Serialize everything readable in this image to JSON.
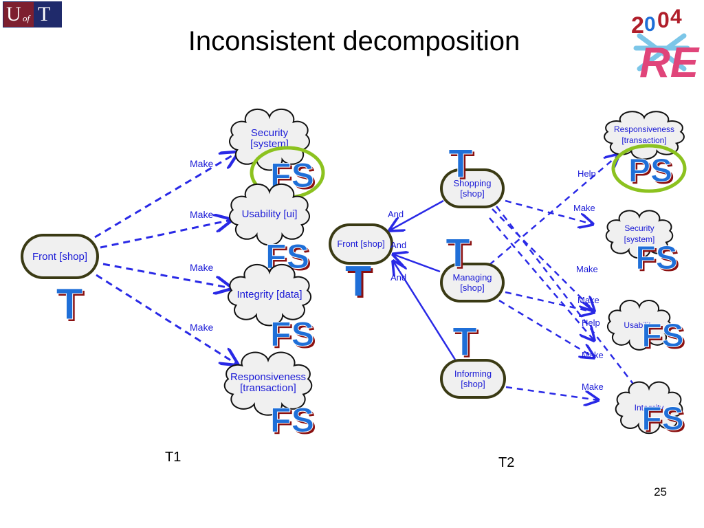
{
  "slide": {
    "title": "Inconsistent decomposition",
    "page_number": "25",
    "logos": {
      "left": "UofT",
      "right": "2004 RE"
    }
  },
  "t1": {
    "caption": "T1",
    "root": "Front [shop]",
    "root_label": "T",
    "softgoals": [
      {
        "line1": "Security",
        "line2": "[system]",
        "link": "Make",
        "label": "FS",
        "highlighted": true
      },
      {
        "line1": "Usability [ui]",
        "line2": "",
        "link": "Make",
        "label": "FS",
        "highlighted": false
      },
      {
        "line1": "Integrity [data]",
        "line2": "",
        "link": "Make",
        "label": "FS",
        "highlighted": false
      },
      {
        "line1": "Responsiveness",
        "line2": "[transaction]",
        "link": "Make",
        "label": "FS",
        "highlighted": false
      }
    ]
  },
  "t2": {
    "caption": "T2",
    "root": "Front [shop]",
    "root_label": "T",
    "tasks": [
      {
        "line1": "Shopping",
        "line2": "[shop]",
        "decomp": "And",
        "label": "T"
      },
      {
        "line1": "Managing",
        "line2": "[shop]",
        "decomp": "And",
        "label": "T"
      },
      {
        "line1": "Informing",
        "line2": "[shop]",
        "decomp": "And",
        "label": "T"
      }
    ],
    "softgoals": [
      {
        "line1": "Responsiveness",
        "line2": "[transaction]",
        "label": "PS",
        "highlighted": true
      },
      {
        "line1": "Security",
        "line2": "[system]",
        "label": "FS",
        "highlighted": false
      },
      {
        "line1": "Usability",
        "line2": "",
        "label": "FS",
        "highlighted": false
      },
      {
        "line1": "Integrity",
        "line2": "",
        "label": "FS",
        "highlighted": false
      }
    ],
    "contributions": [
      {
        "from": "Managing",
        "to": "Responsiveness",
        "label": "Help"
      },
      {
        "from": "Shopping",
        "to": "Security",
        "label": "Make"
      },
      {
        "from": "Shopping",
        "to": "Usability",
        "label": "Make"
      },
      {
        "from": "Managing",
        "to": "Usability",
        "label": "Make"
      },
      {
        "from": "Shopping",
        "to": "Integrity",
        "label": "Help"
      },
      {
        "from": "Managing",
        "to": "Integrity",
        "label": "Make"
      },
      {
        "from": "Informing",
        "to": "Integrity",
        "label": "Make"
      }
    ]
  },
  "colors": {
    "link_blue": "#2929e6",
    "badge_blue": "#1f6fd8",
    "badge_shadow": "#8a1010",
    "highlight_green": "#8cc21f",
    "node_fill": "#f0f0f0",
    "node_border": "#3a3a14"
  }
}
